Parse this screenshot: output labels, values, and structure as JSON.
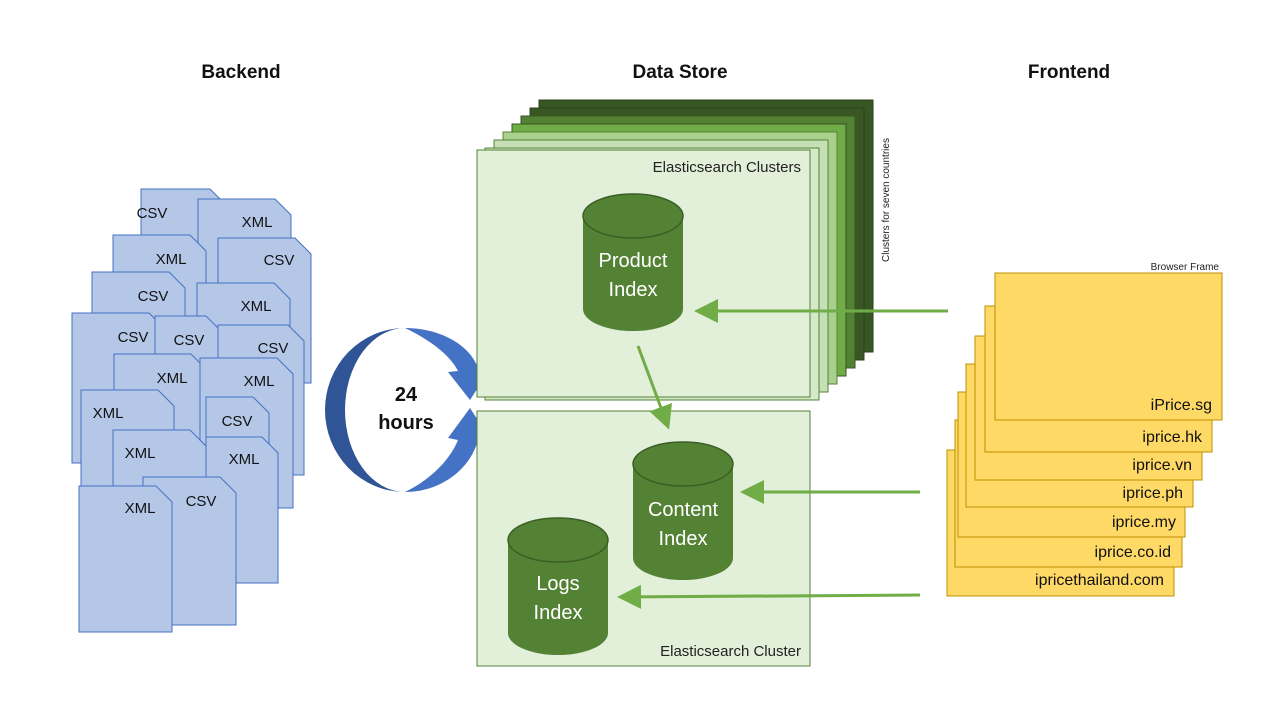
{
  "headers": {
    "backend": "Backend",
    "data_store": "Data Store",
    "frontend": "Frontend"
  },
  "backend_files": [
    {
      "label": "CSV"
    },
    {
      "label": "XML"
    },
    {
      "label": "XML"
    },
    {
      "label": "CSV"
    },
    {
      "label": "CSV"
    },
    {
      "label": "XML"
    },
    {
      "label": "CSV"
    },
    {
      "label": "CSV"
    },
    {
      "label": "CSV"
    },
    {
      "label": "XML"
    },
    {
      "label": "XML"
    },
    {
      "label": "XML"
    },
    {
      "label": "CSV"
    },
    {
      "label": "XML"
    },
    {
      "label": "XML"
    },
    {
      "label": "CSV"
    },
    {
      "label": "XML"
    }
  ],
  "cycle": {
    "line1": "24",
    "line2": "hours"
  },
  "clusters_top": {
    "label": "Elasticsearch Clusters",
    "side_label": "Clusters for seven countries",
    "product_index": {
      "line1": "Product",
      "line2": "Index"
    }
  },
  "cluster_bottom": {
    "label": "Elasticsearch Cluster",
    "content_index": {
      "line1": "Content",
      "line2": "Index"
    },
    "logs_index": {
      "line1": "Logs",
      "line2": "Index"
    }
  },
  "frontend": {
    "frame_label": "Browser Frame",
    "sites": [
      "ipricethailand.com",
      "iprice.co.id",
      "iprice.my",
      "iprice.ph",
      "iprice.vn",
      "iprice.hk",
      "iPrice.sg"
    ]
  },
  "colors": {
    "file_fill": "#b4c7e7",
    "file_stroke": "#4472c4",
    "cluster_fill": "#e2efd9",
    "cluster_stroke": "#548235",
    "dark_green": "#375623",
    "cylinder": "#548235",
    "arrow": "#70ad47",
    "site_fill": "#ffd966",
    "site_stroke": "#bf9000",
    "cycle_blue": "#4472c4"
  }
}
